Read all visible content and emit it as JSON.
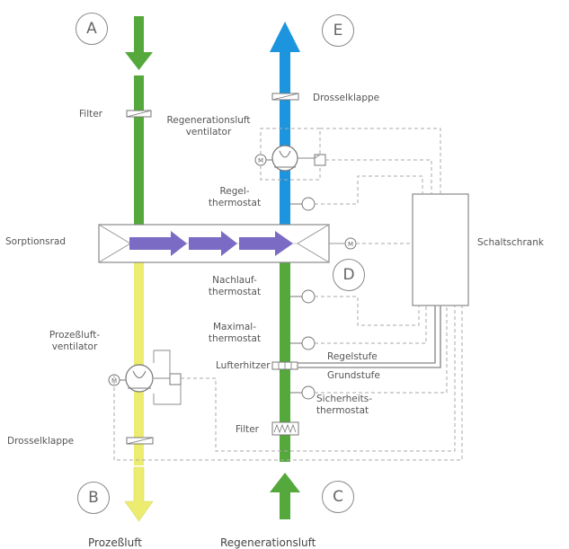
{
  "points": {
    "a": "A",
    "b": "B",
    "c": "C",
    "d": "D",
    "e": "E"
  },
  "labels": {
    "filter_top": "Filter",
    "regen_fan": "Regenerationsluft\nventilator",
    "drossel_top": "Drosselklappe",
    "regel_thermo": "Regel-\nthermostat",
    "sorptionsrad": "Sorptionsrad",
    "schaltschrank": "Schaltschrank",
    "nachlauf": "Nachlauf-\nthermostat",
    "maximal": "Maximal-\nthermostat",
    "prozess_fan": "Prozeßluft-\nventilator",
    "lufterhitzer": "Lufterhitzer",
    "regelstufe": "Regelstufe",
    "grundstufe": "Grundstufe",
    "sicherheits": "Sicherheits-\nthermostat",
    "filter_bottom": "Filter",
    "drossel_bottom": "Drosselklappe",
    "motor_symbol": "M"
  },
  "bottom_labels": {
    "prozessluft": "Prozeßluft",
    "regeneration": "Regenerationsluft"
  },
  "colors": {
    "process_in": "#55a83b",
    "process_out": "#ecec70",
    "regen_in": "#55a83b",
    "regen_out": "#1c95de",
    "wheel_arrow": "#7b6bc4",
    "control_line": "#999999"
  }
}
